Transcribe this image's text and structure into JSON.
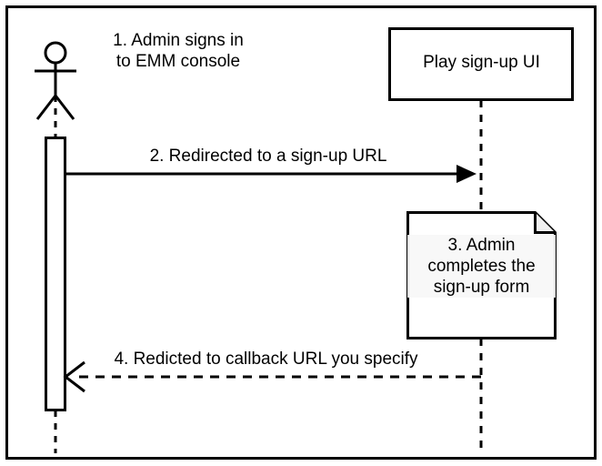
{
  "diagram": {
    "type": "uml-sequence-diagram",
    "frame": {
      "border_color": "#000000",
      "background": "#ffffff"
    },
    "actor": {
      "name": "admin-actor",
      "icon": "stick-figure-actor-icon",
      "caption_line1": "1. Admin signs in",
      "caption_line2": "to EMM console",
      "caption": "1. Admin signs in\nto EMM console"
    },
    "participant": {
      "name": "play-sign-up-ui",
      "label": "Play sign-up UI",
      "box_color": "#ffffff",
      "border_color": "#000000"
    },
    "messages": [
      {
        "index": "2",
        "label": "2. Redirected to a sign-up URL",
        "style": "solid",
        "arrowhead": "filled",
        "direction": "actor-to-participant"
      },
      {
        "index": "4",
        "label": "4. Redicted to callback URL you specify",
        "style": "dashed",
        "arrowhead": "open",
        "direction": "participant-to-actor"
      }
    ],
    "note": {
      "name": "sign-up-form-note",
      "line1": "3. Admin",
      "line2": "completes the",
      "line3": "sign-up form",
      "text": "3. Admin\ncompletes the\nsign-up form",
      "shape": "folded-corner-note",
      "fill": "#ffffff",
      "text_background": "#f7f7f7"
    },
    "activation": {
      "name": "actor-activation-bar",
      "fill": "#ffffff",
      "border_color": "#000000"
    }
  }
}
